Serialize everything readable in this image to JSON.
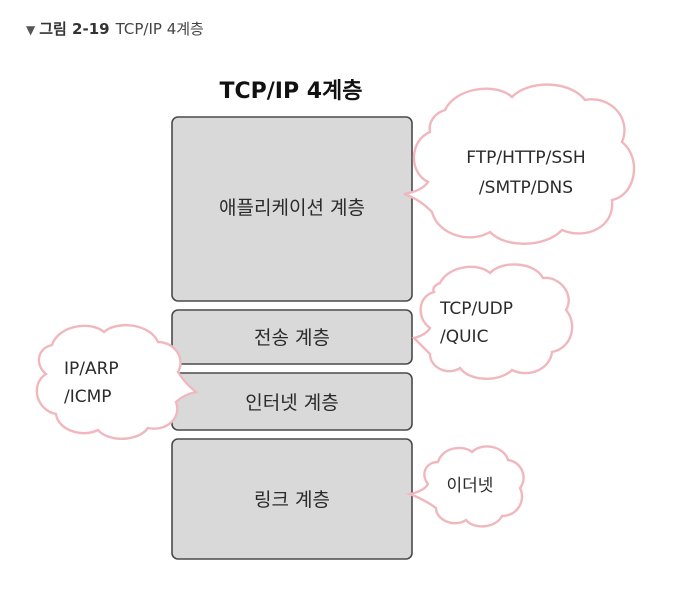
{
  "figure": {
    "number": "그림 2-19",
    "caption": "TCP/IP 4계층"
  },
  "diagram": {
    "title": "TCP/IP 4계층",
    "layers": [
      {
        "id": "application",
        "label": "애플리케이션 계층"
      },
      {
        "id": "transport",
        "label": "전송 계층"
      },
      {
        "id": "internet",
        "label": "인터넷 계층"
      },
      {
        "id": "link",
        "label": "링크 계층"
      }
    ],
    "callouts": [
      {
        "id": "application-protocols",
        "lines": [
          "FTP/HTTP/SSH",
          "/SMTP/DNS"
        ]
      },
      {
        "id": "transport-protocols",
        "lines": [
          "TCP/UDP",
          "/QUIC"
        ]
      },
      {
        "id": "internet-protocols",
        "lines": [
          "IP/ARP",
          "/ICMP"
        ]
      },
      {
        "id": "link-protocols",
        "lines": [
          "이더넷"
        ]
      }
    ],
    "colors": {
      "layer_fill": "#d9d9d9",
      "layer_stroke": "#4a4a4a",
      "cloud_stroke": "#f0b8be"
    }
  }
}
